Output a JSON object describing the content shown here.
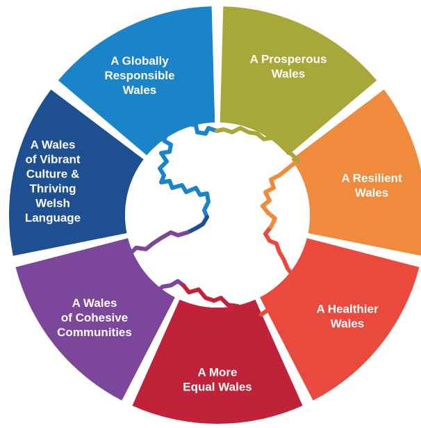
{
  "segments": [
    {
      "id": "prosperous",
      "lines": [
        "A Prosperous",
        "Wales"
      ],
      "color": "#a7a73a"
    },
    {
      "id": "resilient",
      "lines": [
        "A Resilient",
        "Wales"
      ],
      "color": "#f08a3c"
    },
    {
      "id": "healthier",
      "lines": [
        "A Healthier",
        "Wales"
      ],
      "color": "#ea4a3d"
    },
    {
      "id": "more-equal",
      "lines": [
        "A More",
        "Equal Wales"
      ],
      "color": "#c0223a"
    },
    {
      "id": "cohesive",
      "lines": [
        "A Wales",
        "of Cohesive",
        "Communities"
      ],
      "color": "#7c479a"
    },
    {
      "id": "culture",
      "lines": [
        "A Wales",
        "of Vibrant",
        "Culture &",
        "Thriving",
        "Welsh",
        "Language"
      ],
      "color": "#1d4f91"
    },
    {
      "id": "globally",
      "lines": [
        "A Globally",
        "Responsible",
        "Wales"
      ],
      "color": "#1b84c8"
    }
  ],
  "map": {
    "name": "wales-map-outline"
  }
}
